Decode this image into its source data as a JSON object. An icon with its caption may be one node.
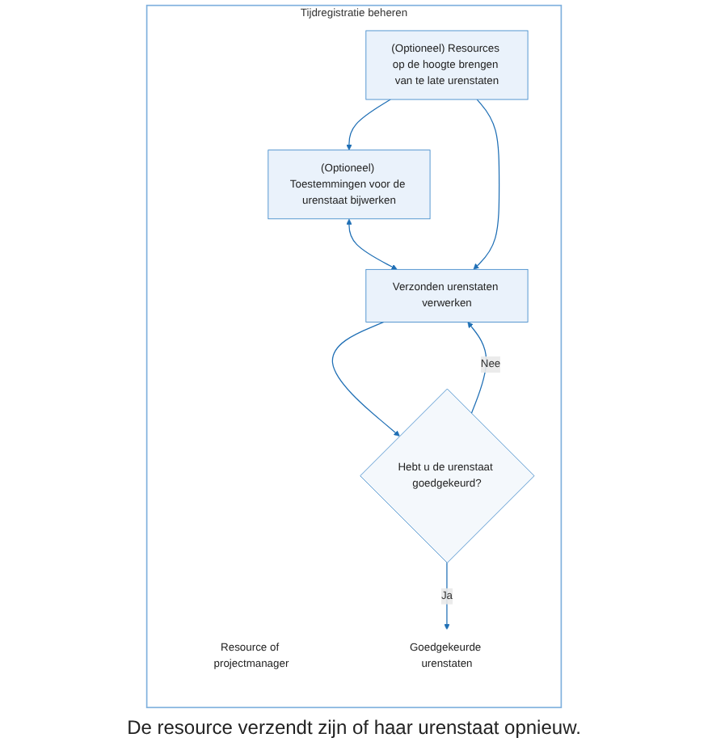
{
  "diagram": {
    "nodes": [
      {
        "text": [
          "Tijdregistratie beheren"
        ]
      },
      {
        "text": [
          "Resource of projectmanager"
        ],
        "in": 0
      },
      {
        "text": [
          "(Optioneel) Toestemmingen voor de urenstaat bijwerken"
        ],
        "in": 0
      },
      {
        "text": [
          "(Optioneel) Resources op de hoogte brengen van te late urenstaten"
        ],
        "in": 0
      },
      {
        "text": [
          "Verzonden urenstaten verwerken"
        ],
        "in": 0
      },
      {
        "text": [
          "Hebt u de urenstaat goedgekeurd?"
        ],
        "in": 0
      },
      {
        "text": [
          "Goedgekeurde urenstaten"
        ],
        "in": 0
      }
    ],
    "edges": [
      {
        "from": 2,
        "to": 4,
        "arrow": "both"
      },
      {
        "from": 3,
        "to": 2,
        "arrow": "to"
      },
      {
        "from": 3,
        "to": 4,
        "arrow": "to"
      },
      {
        "from": 4,
        "to": 5,
        "arrow": "to"
      },
      {
        "from": 5,
        "to": 6,
        "label": "Ja",
        "arrow": "to"
      },
      {
        "from": 5,
        "to": 4,
        "label": "Nee",
        "arrow": "to"
      }
    ],
    "labels": [
      "De resource verzendt zijn of haar urenstaat opnieuw."
    ]
  }
}
